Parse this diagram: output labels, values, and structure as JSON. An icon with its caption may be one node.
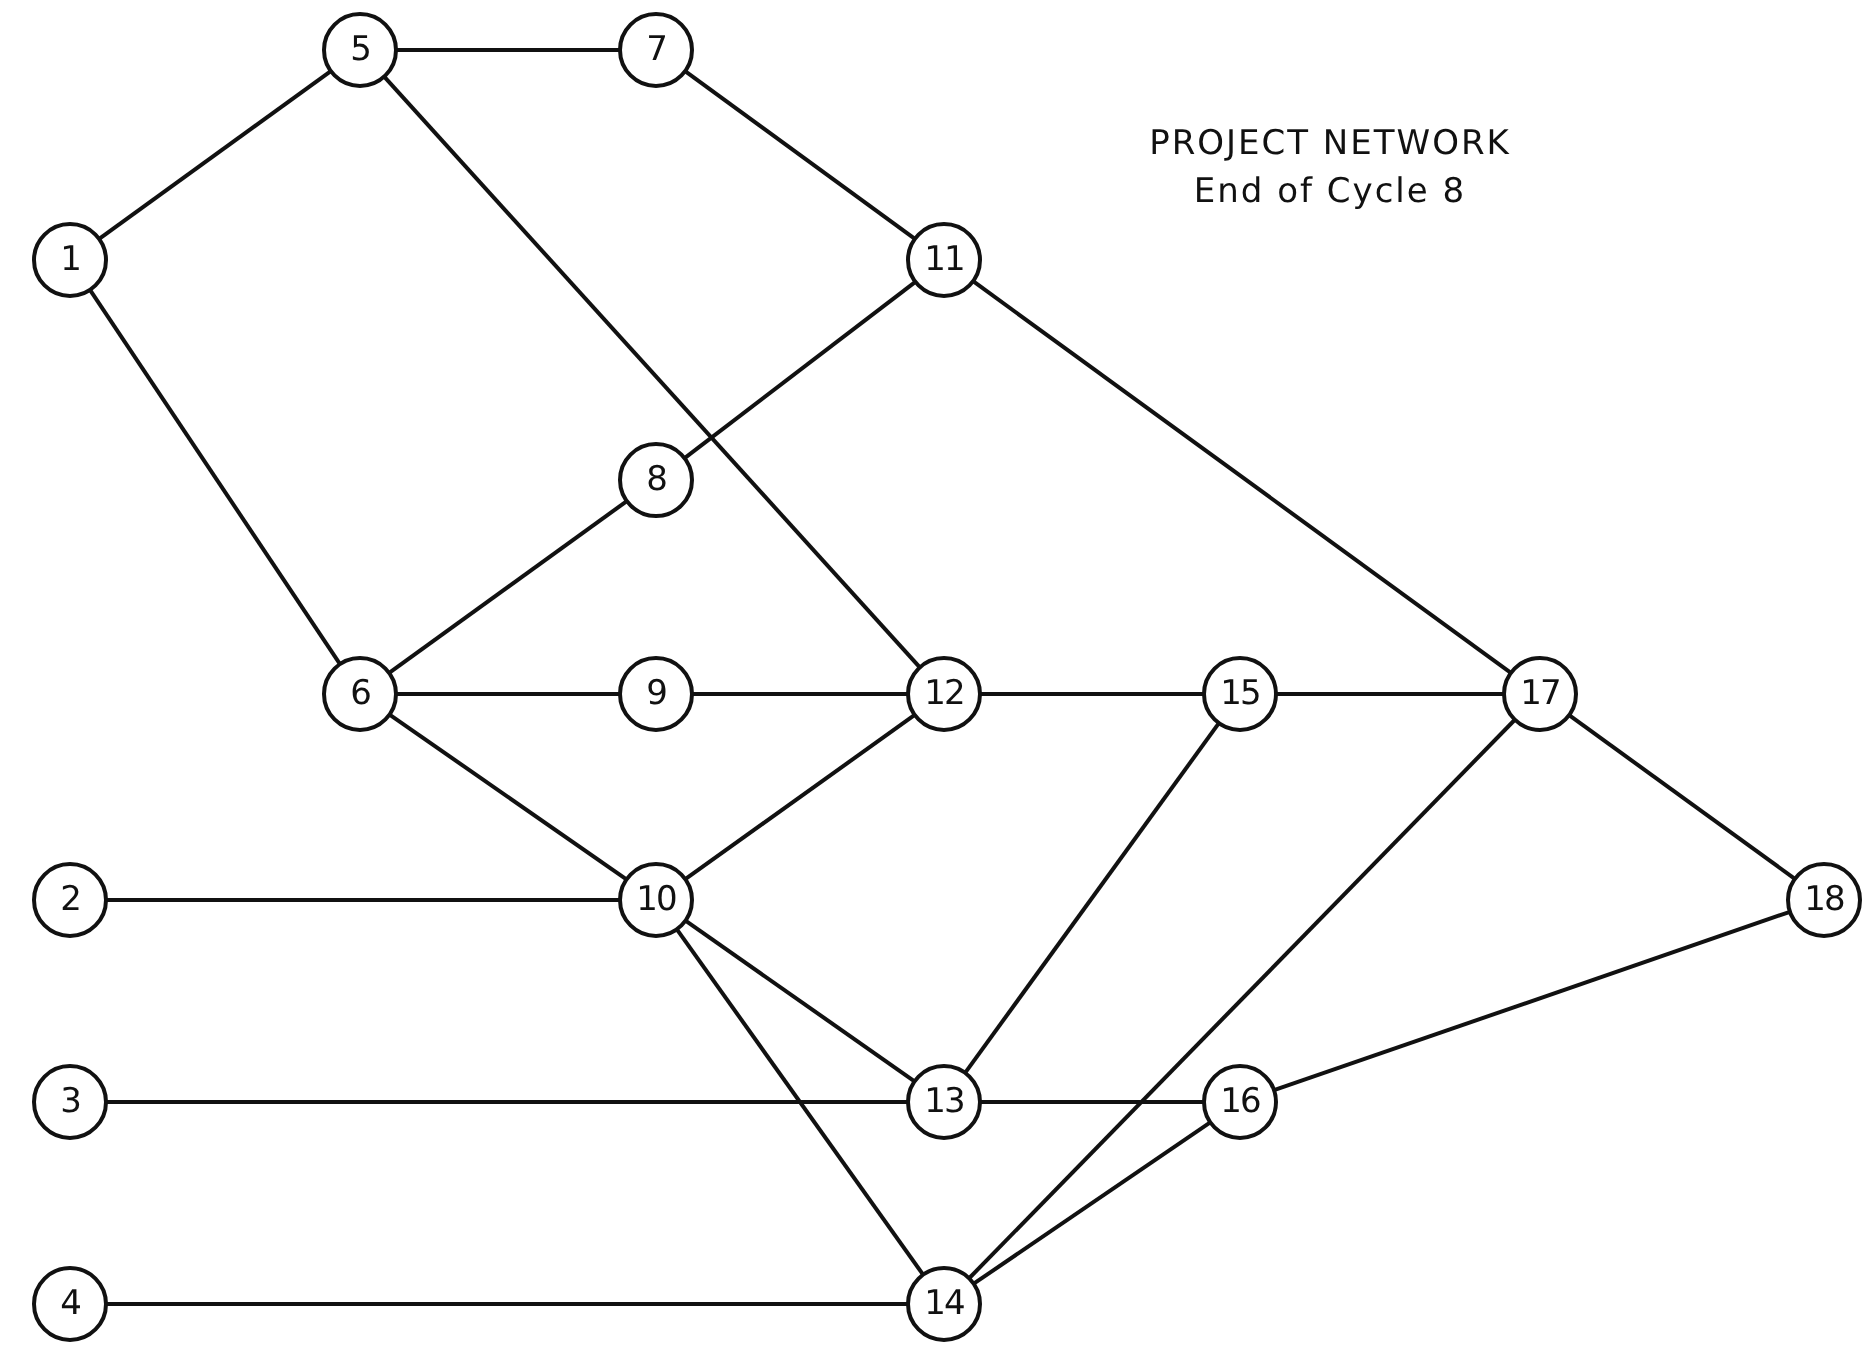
{
  "diagram": {
    "title": "PROJECT NETWORK",
    "labels": [
      "End of Cycle 8"
    ],
    "nodes": [
      {
        "text": [
          "1"
        ]
      },
      {
        "text": [
          "2"
        ]
      },
      {
        "text": [
          "3"
        ]
      },
      {
        "text": [
          "4"
        ]
      },
      {
        "text": [
          "5"
        ]
      },
      {
        "text": [
          "6"
        ]
      },
      {
        "text": [
          "7"
        ]
      },
      {
        "text": [
          "8"
        ]
      },
      {
        "text": [
          "9"
        ]
      },
      {
        "text": [
          "10"
        ]
      },
      {
        "text": [
          "11"
        ]
      },
      {
        "text": [
          "12"
        ]
      },
      {
        "text": [
          "13"
        ]
      },
      {
        "text": [
          "14"
        ]
      },
      {
        "text": [
          "15"
        ]
      },
      {
        "text": [
          "16"
        ]
      },
      {
        "text": [
          "17"
        ]
      },
      {
        "text": [
          "18"
        ]
      }
    ],
    "edges": [
      {
        "from": 0,
        "to": 4,
        "arrow": "none"
      },
      {
        "from": 4,
        "to": 6,
        "arrow": "none"
      },
      {
        "from": 6,
        "to": 10,
        "arrow": "none"
      },
      {
        "from": 0,
        "to": 5,
        "arrow": "none"
      },
      {
        "from": 4,
        "to": 11,
        "arrow": "none"
      },
      {
        "from": 10,
        "to": 7,
        "arrow": "none"
      },
      {
        "from": 5,
        "to": 7,
        "arrow": "none"
      },
      {
        "from": 5,
        "to": 8,
        "arrow": "none"
      },
      {
        "from": 8,
        "to": 11,
        "arrow": "none"
      },
      {
        "from": 5,
        "to": 9,
        "arrow": "none"
      },
      {
        "from": 10,
        "to": 16,
        "arrow": "none"
      },
      {
        "from": 11,
        "to": 14,
        "arrow": "none"
      },
      {
        "from": 14,
        "to": 16,
        "arrow": "none"
      },
      {
        "from": 16,
        "to": 17,
        "arrow": "none"
      },
      {
        "from": 9,
        "to": 11,
        "arrow": "none"
      },
      {
        "from": 1,
        "to": 9,
        "arrow": "none"
      },
      {
        "from": 9,
        "to": 12,
        "arrow": "none"
      },
      {
        "from": 9,
        "to": 13,
        "arrow": "none"
      },
      {
        "from": 12,
        "to": 14,
        "arrow": "none"
      },
      {
        "from": 13,
        "to": 16,
        "arrow": "none"
      },
      {
        "from": 2,
        "to": 12,
        "arrow": "none"
      },
      {
        "from": 12,
        "to": 15,
        "arrow": "none"
      },
      {
        "from": 15,
        "to": 17,
        "arrow": "none"
      },
      {
        "from": 13,
        "to": 15,
        "arrow": "none"
      },
      {
        "from": 3,
        "to": 13,
        "arrow": "none"
      }
    ]
  }
}
